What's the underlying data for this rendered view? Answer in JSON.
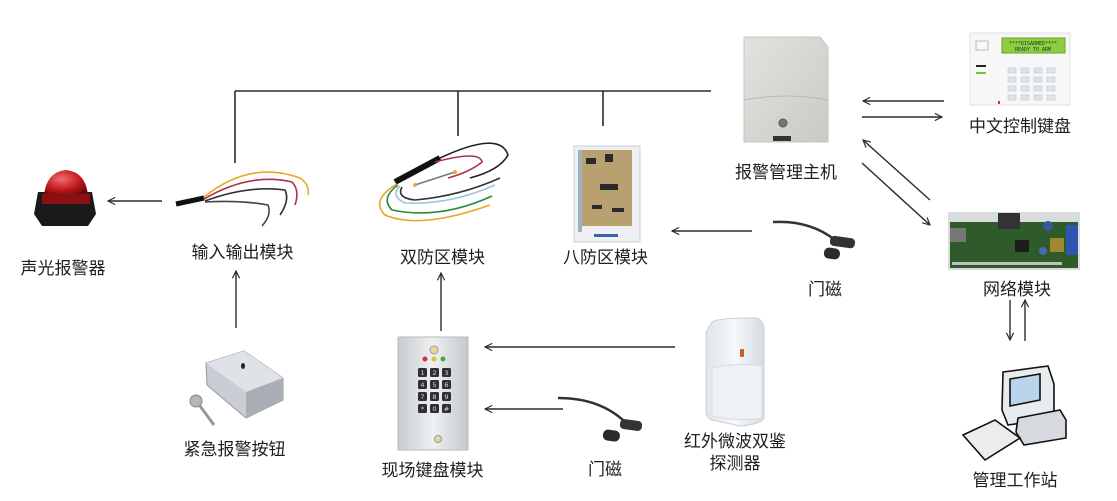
{
  "title": "报警系统拓扑图",
  "colors": {
    "line": "#2a2a2a",
    "siren_red": "#c0181c",
    "pcb_green": "#2f5a2a",
    "lcd_green": "#8ccf3c"
  },
  "nodes": {
    "host": {
      "label": "报警管理主机",
      "icon": "alarm-control-panel-icon"
    },
    "chinese_keypad": {
      "label": "中文控制键盘",
      "icon": "lcd-keypad-icon",
      "lcd_line1": "****DISARMED****",
      "lcd_line2": "READY TO ARM"
    },
    "network_module": {
      "label": "网络模块",
      "icon": "network-board-icon"
    },
    "workstation": {
      "label": "管理工作站",
      "icon": "computer-icon"
    },
    "io_module": {
      "label": "输入输出模块",
      "icon": "wired-module-icon"
    },
    "siren": {
      "label": "声光报警器",
      "icon": "strobe-siren-icon"
    },
    "panic_button": {
      "label": "紧急报警按钮",
      "icon": "panic-button-icon"
    },
    "dual_zone": {
      "label": "双防区模块",
      "icon": "wired-module-icon"
    },
    "eight_zone": {
      "label": "八防区模块",
      "icon": "zone-board-icon"
    },
    "door_contact_1": {
      "label": "门磁",
      "icon": "door-contact-icon"
    },
    "site_keypad": {
      "label": "现场键盘模块",
      "icon": "keypad-icon",
      "keys": [
        "1",
        "2",
        "3",
        "4",
        "5",
        "6",
        "7",
        "8",
        "9",
        "*",
        "0",
        "#"
      ]
    },
    "door_contact_2": {
      "label": "门磁",
      "icon": "door-contact-icon"
    },
    "pir_detector": {
      "label_line1": "红外微波双鉴",
      "label_line2": "探测器",
      "icon": "motion-detector-icon"
    }
  },
  "connections": [
    {
      "from": "host",
      "to": "io_module",
      "type": "bus"
    },
    {
      "from": "host",
      "to": "dual_zone",
      "type": "bus"
    },
    {
      "from": "host",
      "to": "eight_zone",
      "type": "bus"
    },
    {
      "from": "chinese_keypad",
      "to": "host",
      "type": "arrow"
    },
    {
      "from": "host",
      "to": "chinese_keypad",
      "type": "arrow"
    },
    {
      "from": "network_module",
      "to": "host",
      "type": "arrow"
    },
    {
      "from": "host",
      "to": "network_module",
      "type": "arrow"
    },
    {
      "from": "network_module",
      "to": "workstation",
      "type": "arrow"
    },
    {
      "from": "workstation",
      "to": "network_module",
      "type": "arrow"
    },
    {
      "from": "io_module",
      "to": "siren",
      "type": "arrow"
    },
    {
      "from": "panic_button",
      "to": "io_module",
      "type": "arrow"
    },
    {
      "from": "site_keypad",
      "to": "dual_zone",
      "type": "arrow"
    },
    {
      "from": "door_contact_1",
      "to": "eight_zone",
      "type": "arrow"
    },
    {
      "from": "pir_detector",
      "to": "site_keypad",
      "type": "arrow"
    },
    {
      "from": "door_contact_2",
      "to": "site_keypad",
      "type": "arrow"
    }
  ]
}
